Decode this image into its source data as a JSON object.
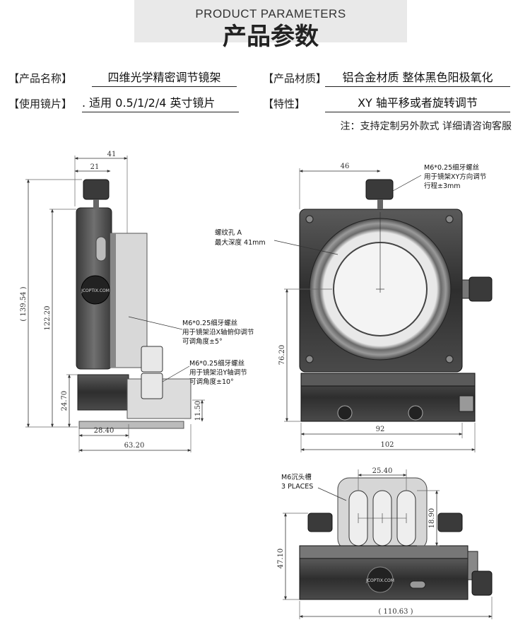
{
  "header": {
    "title_en": "PRODUCT PARAMETERS",
    "title_zh": "产品参数"
  },
  "params": {
    "name_label": "【产品名称】",
    "name_value": "四维光学精密调节镜架",
    "material_label": "【产品材质】",
    "material_value": "铝合金材质 整体黑色阳极氧化",
    "lens_label": "【使用镜片】",
    "lens_value": ". 适用 0.5/1/2/4 英寸镜片",
    "feature_label": "【特性】",
    "feature_value": "XY 轴平移或者旋转调节"
  },
  "note": "注：支持定制另外款式 详细请咨询客服",
  "side_view": {
    "dim_width_top": "41",
    "dim_width_inner": "21",
    "dim_height_total": "( 139.54 )",
    "dim_height_mid": "122.20",
    "dim_height_base": "24.70",
    "dim_base_h": "11.50",
    "dim_base_w": "28.40",
    "dim_total_w": "63.20",
    "logo_text": "JCOPTIX.COM",
    "ann_x_line1": "M6*0.25细牙螺丝",
    "ann_x_line2": "用于镜架沿X轴俯仰调节",
    "ann_x_line3": "可调角度±5°",
    "ann_y_line1": "M6*0.25细牙螺丝",
    "ann_y_line2": "用于镜架沿Y轴调节",
    "ann_y_line3": "可调角度±10°"
  },
  "front_view": {
    "dim_offset": "46",
    "dim_center_h": "76.20",
    "dim_inner_w": "92",
    "dim_total_w": "102",
    "ann_top_line1": "M6*0.25细牙螺丝",
    "ann_top_line2": "用于镜架XY方向调节",
    "ann_top_line3": "行程±3mm",
    "ann_hole_line1": "螺纹孔 A",
    "ann_hole_line2": "最大深度 41mm"
  },
  "bottom_view": {
    "ann_slot_line1": "M6沉头槽",
    "ann_slot_line2": "3 PLACES",
    "dim_slot_spacing": "25.40",
    "dim_slot_h": "18.90",
    "dim_height": "47.10",
    "dim_width": "( 110.63 )",
    "logo_text": "JCOPTIX.COM"
  }
}
